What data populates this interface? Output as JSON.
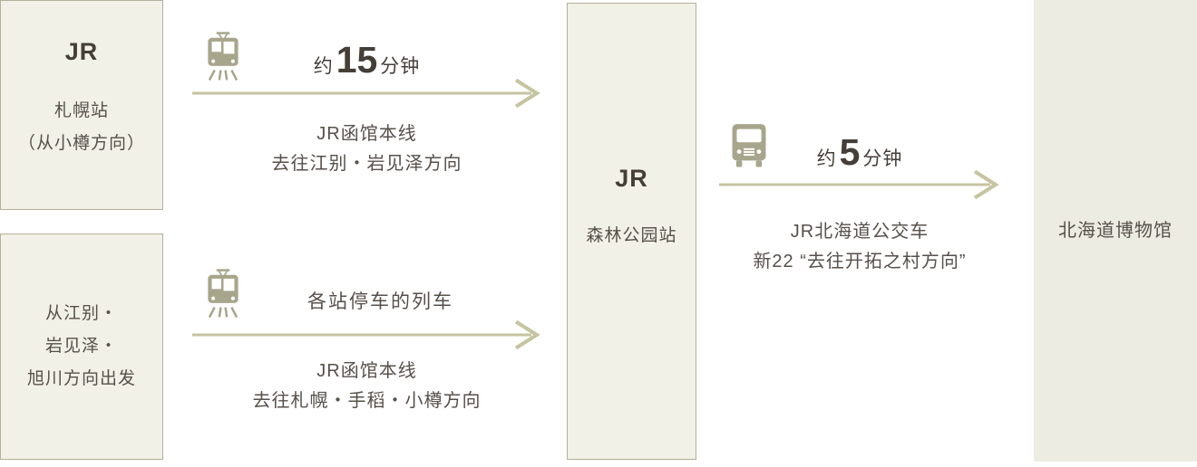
{
  "palette": {
    "box_bg": "#f2f1e7",
    "museum_bg": "#edece2",
    "box_border": "#b3b198",
    "icon": "#a7a58b",
    "arrow": "#c6c4a1",
    "text_dark": "#453e37",
    "text": "#57504a"
  },
  "origin_top": {
    "title": "JR",
    "line1": "札幌站",
    "line2": "（从小樽方向）"
  },
  "origin_bottom": {
    "line1": "从江别・",
    "line2": "岩见泽・",
    "line3": "旭川方向出发"
  },
  "segment_train_top": {
    "duration_prefix": "约",
    "duration_value": "15",
    "duration_suffix": "分钟",
    "line1": "JR函馆本线",
    "line2": "去往江别・岩见泽方向"
  },
  "segment_train_bottom": {
    "label": "各站停车的列车",
    "line1": "JR函馆本线",
    "line2": "去往札幌・手稻・小樽方向"
  },
  "station_mid": {
    "title": "JR",
    "name": "森林公园站"
  },
  "segment_bus": {
    "duration_prefix": "约",
    "duration_value": "5",
    "duration_suffix": "分钟",
    "line1": "JR北海道公交车",
    "line2": "新22 “去往开拓之村方向”"
  },
  "destination": {
    "name": "北海道博物馆"
  }
}
